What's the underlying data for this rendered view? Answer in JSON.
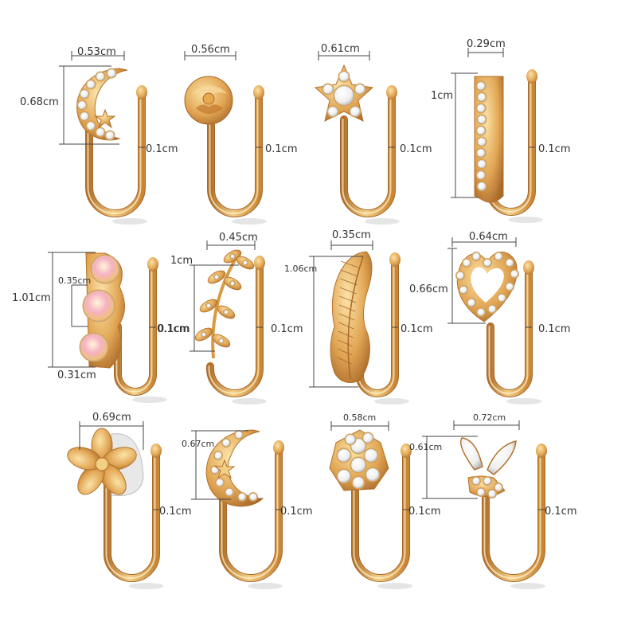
{
  "colors": {
    "gold_light": "#f3cf86",
    "gold": "#d99a45",
    "gold_dark": "#b3722c",
    "gem": "#ffffff",
    "gem_edge": "#b8b8b8",
    "line": "#333333"
  },
  "items": [
    {
      "name": "moon-star",
      "width": "0.53cm",
      "height": "0.68cm",
      "wire": "0.1cm"
    },
    {
      "name": "rose",
      "width": "0.56cm",
      "wire": "0.1cm"
    },
    {
      "name": "star",
      "width": "0.61cm",
      "wire": "0.1cm"
    },
    {
      "name": "bar",
      "width": "0.29cm",
      "height": "1cm",
      "wire": "0.1cm"
    },
    {
      "name": "three-stones",
      "height": "1.01cm",
      "stone": "0.35cm",
      "bottom": "0.31cm",
      "wire": "0.1cm"
    },
    {
      "name": "leaf-branch",
      "width": "0.45cm",
      "height": "1cm",
      "wire": "0.1cm"
    },
    {
      "name": "feather",
      "width": "0.35cm",
      "height": "1.06cm",
      "wire": "0.1cm"
    },
    {
      "name": "heart",
      "width": "0.64cm",
      "height": "0.66cm",
      "wire": "0.1cm"
    },
    {
      "name": "flower",
      "width": "0.69cm",
      "wire": "0.1cm"
    },
    {
      "name": "moon",
      "height": "0.67cm",
      "wire": "0.1cm"
    },
    {
      "name": "cluster",
      "width": "0.58cm",
      "wire": "0.1cm"
    },
    {
      "name": "butterfly",
      "width": "0.72cm",
      "height": "0.61cm",
      "wire": "0.1cm"
    }
  ]
}
